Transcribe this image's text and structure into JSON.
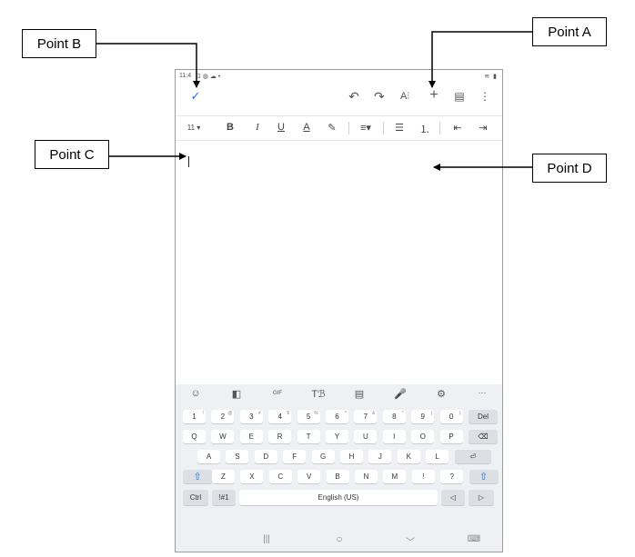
{
  "callouts": {
    "a": "Point A",
    "b": "Point B",
    "c": "Point C",
    "d": "Point D"
  },
  "status_bar": {
    "time": "11:4",
    "icons": "⊡ ◍ ☁ •",
    "right_icons": "≋ ▮"
  },
  "app_bar": {
    "icons": [
      "check-icon",
      "undo-icon",
      "redo-icon",
      "text-format-icon",
      "add-icon",
      "comment-icon",
      "more-icon"
    ]
  },
  "format_bar": {
    "font_size": "11",
    "font_size_caret": "▾",
    "bold": "B",
    "italic": "I",
    "underline": "U",
    "text_color": "A",
    "highlight": "✎",
    "align": "≡▾",
    "bullets": "☰",
    "numbered": "⒈",
    "outdent": "⇤",
    "indent": "⇥"
  },
  "keyboard": {
    "toolbar_icons": [
      "☺",
      "◧",
      "GIF",
      "Tℬ",
      "▤",
      "🎤",
      "⚙",
      "···"
    ],
    "row_numbers": [
      {
        "k": "1",
        "s": "!"
      },
      {
        "k": "2",
        "s": "@"
      },
      {
        "k": "3",
        "s": "#"
      },
      {
        "k": "4",
        "s": "$"
      },
      {
        "k": "5",
        "s": "%"
      },
      {
        "k": "6",
        "s": "^"
      },
      {
        "k": "7",
        "s": "&"
      },
      {
        "k": "8",
        "s": "*"
      },
      {
        "k": "9",
        "s": "("
      },
      {
        "k": "0",
        "s": ")"
      }
    ],
    "del": "Del",
    "row_q": [
      "Q",
      "W",
      "E",
      "R",
      "T",
      "Y",
      "U",
      "I",
      "O",
      "P"
    ],
    "backspace": "⌫",
    "row_a": [
      "A",
      "S",
      "D",
      "F",
      "G",
      "H",
      "J",
      "K",
      "L"
    ],
    "enter": "⏎",
    "shift": "⇧",
    "row_z": [
      "Z",
      "X",
      "C",
      "V",
      "B",
      "N",
      "M",
      "!",
      "?"
    ],
    "ctrl": "Ctrl",
    "symbols": "!#1",
    "space": "English (US)",
    "left": "◁",
    "right": "▷"
  },
  "nav_bar": {
    "recents": "|||",
    "home": "○",
    "back": "﹀",
    "keyboard": "⌨"
  }
}
